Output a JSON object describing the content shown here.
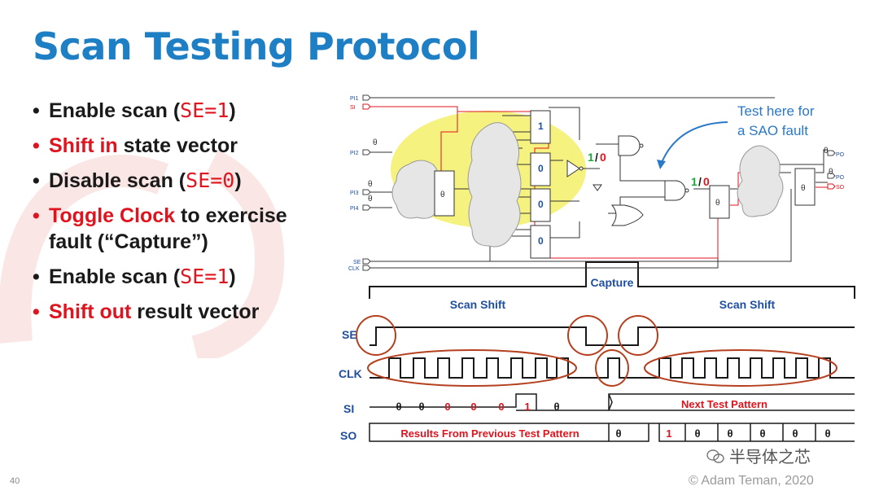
{
  "title": "Scan Testing Protocol",
  "bullets": [
    {
      "pre": "Enable scan (",
      "code": "SE=1",
      "post": ")",
      "pre_red": false
    },
    {
      "red": "Shift in",
      "post": " state vector"
    },
    {
      "pre": "Disable scan (",
      "code": "SE=0",
      "post": ")"
    },
    {
      "red": "Toggle Clock",
      "post": " to exercise fault (“Capture”)"
    },
    {
      "pre": "Enable scan (",
      "code": "SE=1",
      "post": ")"
    },
    {
      "red": "Shift out",
      "post": " result vector"
    }
  ],
  "bullet_glyph": "•",
  "circuit": {
    "inputs": [
      "PI1",
      "SI",
      "PI2",
      "PI3",
      "PI4",
      "SE",
      "CLK"
    ],
    "outputs": [
      "PO",
      "PO",
      "SO"
    ],
    "theta": "θ",
    "ff_values": [
      "1",
      "0",
      "0",
      "0"
    ],
    "fault_labels": {
      "green": "1",
      "slash": "/",
      "red": "0"
    },
    "annotation_line1": "Test here for",
    "annotation_line2": "a SAO fault",
    "highlight_color": "#f5f06a"
  },
  "timing": {
    "capture_label": "Capture",
    "scan_shift_left": "Scan Shift",
    "scan_shift_right": "Scan Shift",
    "signals": [
      "SE",
      "CLK",
      "SI",
      "SO"
    ],
    "si_values": [
      "θ",
      "θ",
      "0",
      "0",
      "0",
      "1",
      "θ"
    ],
    "si_next": "Next Test Pattern",
    "so_prev": "Results From Previous Test Pattern",
    "so_values": [
      "θ",
      "1",
      "θ",
      "θ",
      "θ",
      "θ",
      "θ"
    ]
  },
  "slide_number": "40",
  "copyright": "© Adam Teman, 2020",
  "wechat_label": "半导体之芯",
  "colors": {
    "title": "#1f7fc4",
    "accent_red": "#e0141e",
    "label_blue": "#1f4fa0",
    "circle": "#b5401f"
  }
}
